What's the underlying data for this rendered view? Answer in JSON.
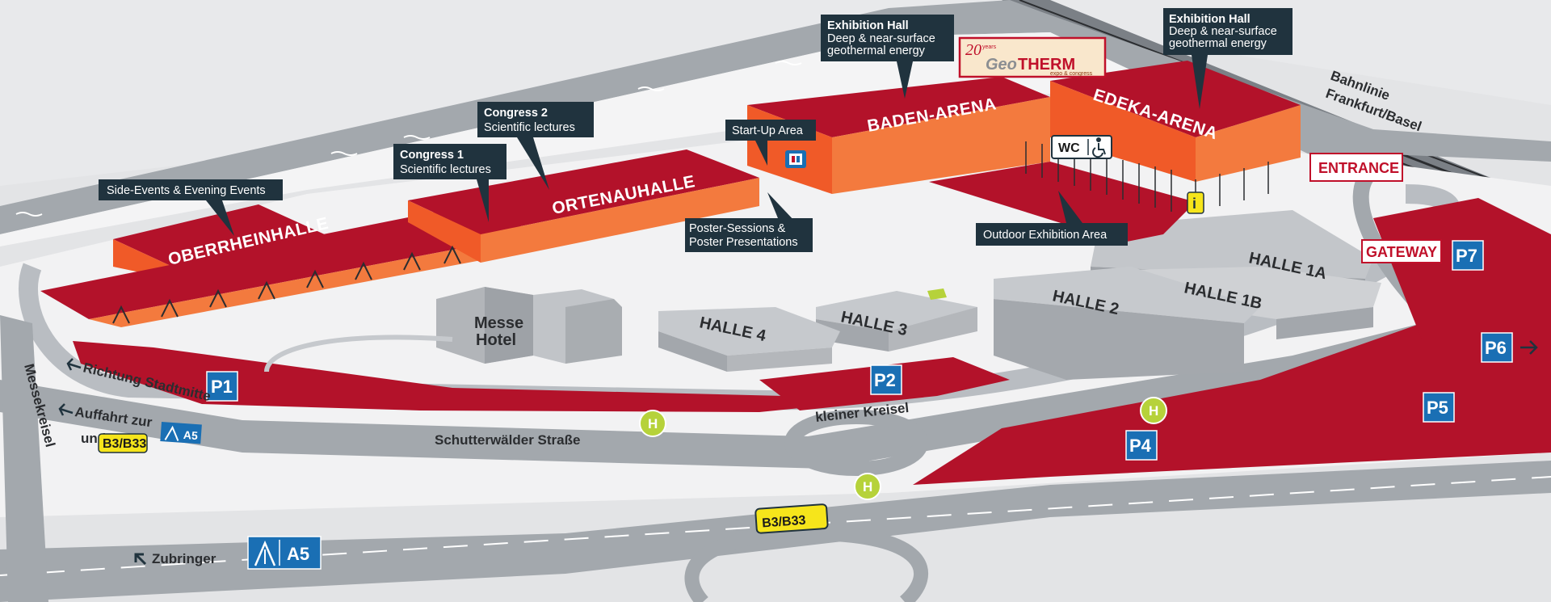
{
  "halls": {
    "oberrheinhalle": "OBERRHEINHALLE",
    "ortenauhalle": "ORTENAUHALLE",
    "baden_arena": "BADEN-ARENA",
    "edeka_arena": "EDEKA-ARENA",
    "halle_1a": "HALLE 1A",
    "halle_1b": "HALLE 1B",
    "halle_2": "HALLE 2",
    "halle_3": "HALLE 3",
    "halle_4": "HALLE 4",
    "messe_hotel_line1": "Messe",
    "messe_hotel_line2": "Hotel"
  },
  "callouts": {
    "side_events": "Side-Events & Evening Events",
    "congress1_title": "Congress 1",
    "congress1_sub": "Scientific lectures",
    "congress2_title": "Congress 2",
    "congress2_sub": "Scientific lectures",
    "startup": "Start-Up Area",
    "poster_line1": "Poster-Sessions &",
    "poster_line2": "Poster Presentations",
    "exhibition_left_title": "Exhibition Hall",
    "exhibition_left_line1": "Deep & near-surface",
    "exhibition_left_line2": "geothermal energy",
    "exhibition_right_title": "Exhibition Hall",
    "exhibition_right_line1": "Deep & near-surface",
    "exhibition_right_line2": "geothermal energy",
    "outdoor": "Outdoor Exhibition Area"
  },
  "logo": {
    "years": "20",
    "years_suffix": "years",
    "name_geo": "Geo",
    "name_therm": "THERM",
    "tagline": "expo & congress"
  },
  "facilities": {
    "wc": "WC",
    "info": "i"
  },
  "entrances": {
    "entrance": "ENTRANCE",
    "gateway": "GATEWAY"
  },
  "parking": {
    "p1": "P1",
    "p2": "P2",
    "p4": "P4",
    "p5": "P5",
    "p6": "P6",
    "p7": "P7"
  },
  "bus_stop": "H",
  "roads": {
    "bahnlinie_line1": "Bahnlinie",
    "bahnlinie_line2": "Frankfurt/Basel",
    "messekreisel": "Messekreisel",
    "richtung": "Richtung Stadtmitte",
    "auffahrt": "Auffahrt zur",
    "und": "und",
    "schutterwaelder": "Schutterwälder Straße",
    "kleiner_kreisel": "kleiner Kreisel",
    "zubringer": "Zubringer",
    "a5": "A5",
    "b3_b33": "B3/B33"
  },
  "colors": {
    "red": "#b3122a",
    "orange_top": "#f05a28",
    "orange_side": "#f37a3e",
    "grey_building": "#b9bcc0",
    "road": "#a3a8ad",
    "background": "#e3e4e6",
    "callout_bg": "#20333e",
    "parking_blue": "#1a6fb4",
    "bus_green": "#b6d23a",
    "highway_yellow": "#f6e51b"
  },
  "icons": [
    "arrow-left-icon",
    "arrow-right-icon",
    "arrow-up-left-icon",
    "motorway-icon",
    "wheelchair-icon",
    "info-icon",
    "atm-icon"
  ]
}
